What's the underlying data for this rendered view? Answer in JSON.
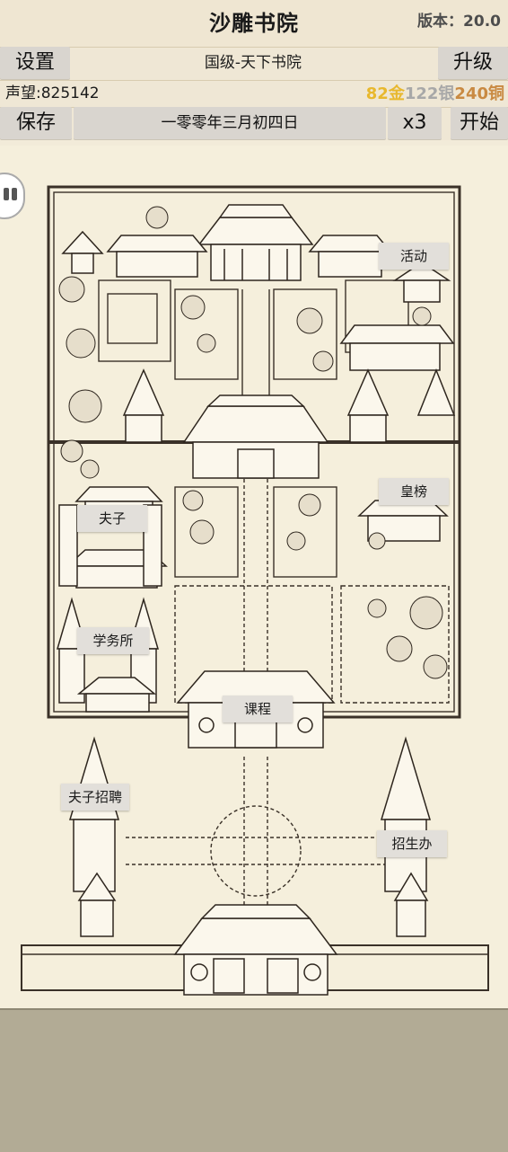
{
  "header": {
    "title": "沙雕书院",
    "version": "版本：20.0"
  },
  "row1": {
    "settings_label": "设置",
    "level_text": "国级-天下书院",
    "upgrade_label": "升级"
  },
  "row2": {
    "reputation": "声望:825142",
    "gold": "82金",
    "silver": "122银",
    "copper": "240铜"
  },
  "row3": {
    "save_label": "保存",
    "date_text": "一零零年三月初四日",
    "speed_label": "x3",
    "start_label": "开始"
  },
  "map": {
    "labels": {
      "activity": "活动",
      "ranking": "皇榜",
      "master": "夫子",
      "affairs": "学务所",
      "course": "课程",
      "hire_master": "夫子招聘",
      "enrollment": "招生办"
    }
  },
  "colors": {
    "background": "#f2ebd9",
    "button": "#d9d5cf",
    "gold": "#e8b82e",
    "silver": "#a8a8a8",
    "copper": "#c98a42",
    "footer": "#b2ab95"
  }
}
